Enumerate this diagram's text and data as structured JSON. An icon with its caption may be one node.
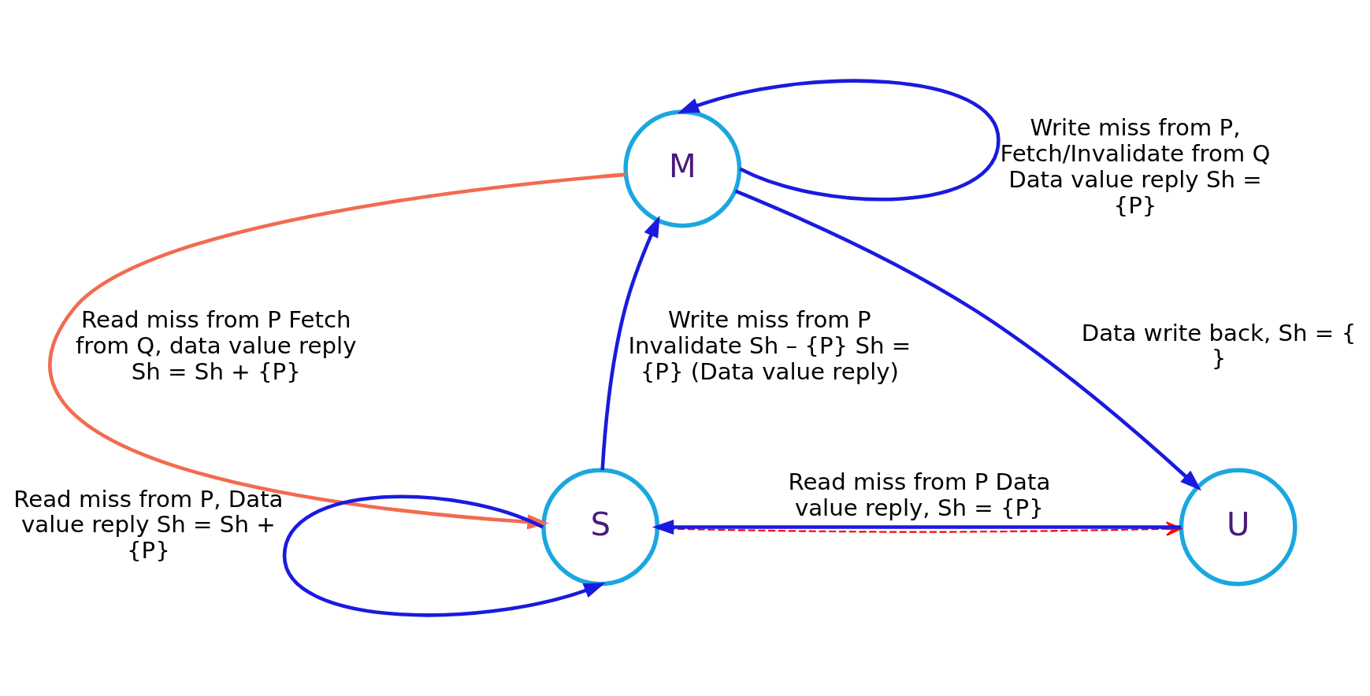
{
  "diagram": {
    "nodes": [
      {
        "text": [
          "M"
        ]
      },
      {
        "text": [
          "S"
        ]
      },
      {
        "text": [
          "U"
        ]
      }
    ],
    "edges": [
      {
        "from": 0,
        "to": 0,
        "arrow": "to",
        "label": "Write miss from P, Fetch/Invalidate from Q Data value reply Sh = {P}"
      },
      {
        "from": 0,
        "to": 1,
        "arrow": "to",
        "label": "Read miss from P Fetch from Q, data value reply Sh = Sh + {P}",
        "color": "#f26b4f"
      },
      {
        "from": 1,
        "to": 0,
        "arrow": "to",
        "label": "Write miss from P Invalidate Sh – {P} Sh = {P} (Data value reply)"
      },
      {
        "from": 0,
        "to": 2,
        "arrow": "to",
        "label": "Data write back, Sh = { }"
      },
      {
        "from": 1,
        "to": 1,
        "arrow": "to",
        "label": "Read miss from P, Data value reply Sh = Sh + {P}"
      },
      {
        "from": 1,
        "to": 2,
        "arrow": "to",
        "style": "dashed",
        "color": "#ff0000"
      },
      {
        "from": 2,
        "to": 1,
        "arrow": "to",
        "label": "Read miss from P Data value reply, Sh = {P}"
      }
    ]
  }
}
